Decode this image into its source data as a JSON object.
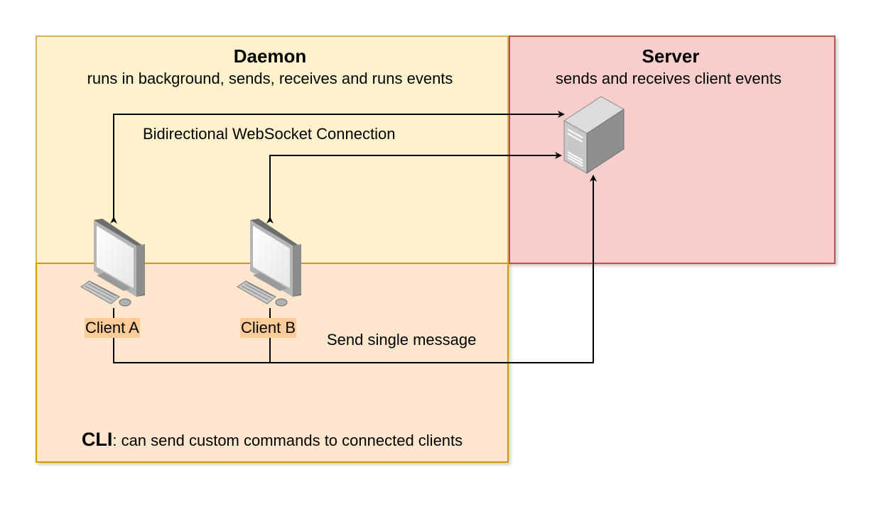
{
  "daemon": {
    "title": "Daemon",
    "subtitle": "runs in background, sends, receives and runs events",
    "fill": "#fff2cc",
    "stroke": "#d6b656"
  },
  "server": {
    "title": "Server",
    "subtitle": "sends and receives client events",
    "fill": "#f8cecc",
    "stroke": "#b85450",
    "icon": "server-tower-icon"
  },
  "cli": {
    "title": "CLI",
    "description": ": can send custom commands to connected clients",
    "fill": "#ffe6cc",
    "stroke": "#d79b00"
  },
  "connection_label": "Bidirectional WebSocket Connection",
  "send_label": "Send single message",
  "clients": [
    {
      "label": "Client A",
      "icon": "desktop-computer-icon"
    },
    {
      "label": "Client B",
      "icon": "desktop-computer-icon"
    }
  ]
}
